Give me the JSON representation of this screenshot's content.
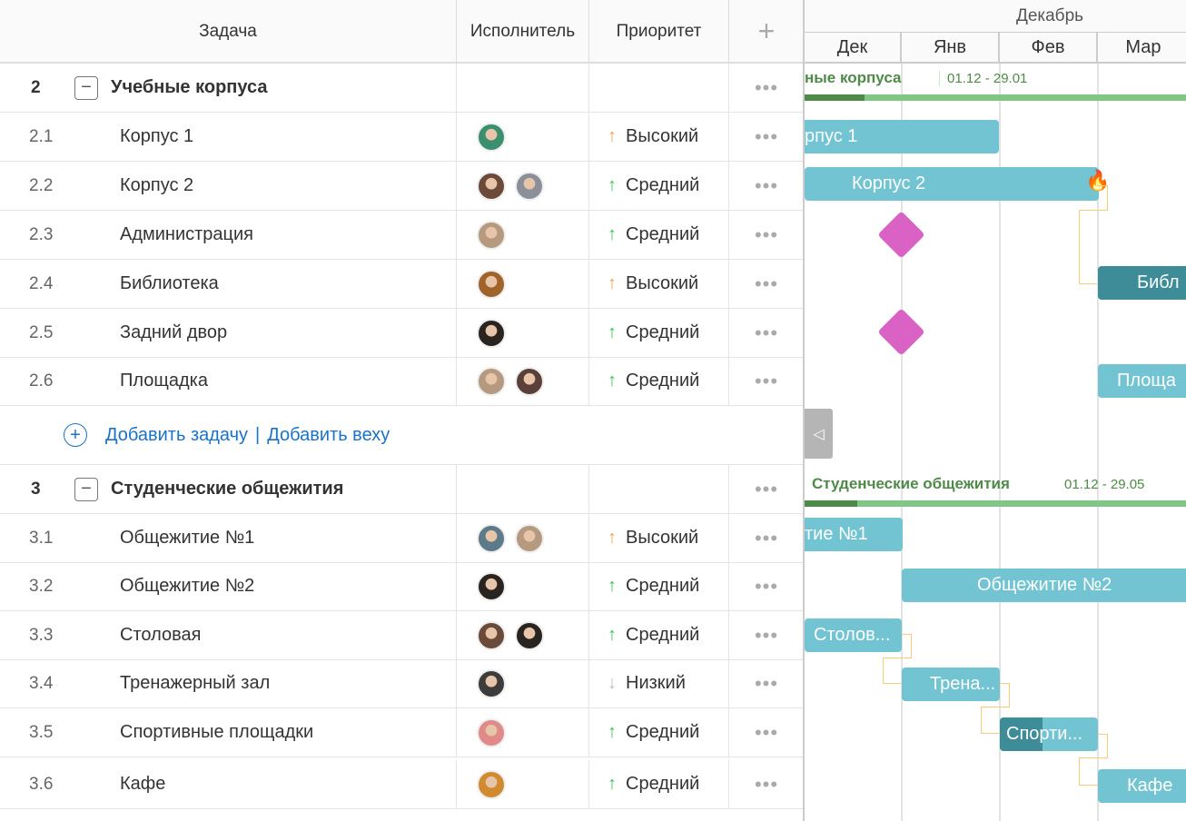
{
  "columns": {
    "task": "Задача",
    "assignee": "Исполнитель",
    "priority": "Приоритет",
    "add": "+"
  },
  "timeline": {
    "top": "Декабрь",
    "months": [
      "Дек",
      "Янв",
      "Фев",
      "Мар"
    ]
  },
  "groups": [
    {
      "num": "2",
      "name": "Учебные корпуса",
      "gantt_label": "ные корпуса",
      "dates": "01.12 - 29.01",
      "tasks": [
        {
          "num": "2.1",
          "name": "Корпус 1",
          "avatars": [
            "#3a8f6e"
          ],
          "priority": "Высокий",
          "level": "high",
          "bar": "рпус 1"
        },
        {
          "num": "2.2",
          "name": "Корпус 2",
          "avatars": [
            "#6b4a3a",
            "#8a8f99"
          ],
          "priority": "Средний",
          "level": "mid",
          "bar": "Корпус 2"
        },
        {
          "num": "2.3",
          "name": "Администрация",
          "avatars": [
            "#b59a80"
          ],
          "priority": "Средний",
          "level": "mid"
        },
        {
          "num": "2.4",
          "name": "Библиотека",
          "avatars": [
            "#a0632a"
          ],
          "priority": "Высокий",
          "level": "high",
          "bar": "Библ"
        },
        {
          "num": "2.5",
          "name": "Задний двор",
          "avatars": [
            "#2a2420"
          ],
          "priority": "Средний",
          "level": "mid"
        },
        {
          "num": "2.6",
          "name": "Площадка",
          "avatars": [
            "#b59a80",
            "#5a4038"
          ],
          "priority": "Средний",
          "level": "mid",
          "bar": "Площа"
        }
      ]
    },
    {
      "num": "3",
      "name": "Студенческие общежития",
      "gantt_label": "Студенческие общежития",
      "dates": "01.12 - 29.05",
      "tasks": [
        {
          "num": "3.1",
          "name": "Общежитие №1",
          "avatars": [
            "#5c7a8a",
            "#b59a80"
          ],
          "priority": "Высокий",
          "level": "high",
          "bar": "тие №1"
        },
        {
          "num": "3.2",
          "name": "Общежитие №2",
          "avatars": [
            "#2a2420"
          ],
          "priority": "Средний",
          "level": "mid",
          "bar": "Общежитие №2"
        },
        {
          "num": "3.3",
          "name": "Столовая",
          "avatars": [
            "#6b4a3a",
            "#2a2420"
          ],
          "priority": "Средний",
          "level": "mid",
          "bar": "Столов..."
        },
        {
          "num": "3.4",
          "name": "Тренажерный зал",
          "avatars": [
            "#3c3c3c"
          ],
          "priority": "Низкий",
          "level": "low",
          "bar": "Трена..."
        },
        {
          "num": "3.5",
          "name": "Спортивные площадки",
          "avatars": [
            "#e08a8a"
          ],
          "priority": "Средний",
          "level": "mid",
          "bar": "Спорти..."
        },
        {
          "num": "3.6",
          "name": "Кафе",
          "avatars": [
            "#d08a30"
          ],
          "priority": "Средний",
          "level": "mid",
          "bar": "Кафе"
        }
      ]
    }
  ],
  "add_row": {
    "add_task": "Добавить задачу",
    "separator": "|",
    "add_milestone": "Добавить веху"
  },
  "colors": {
    "high": "#f5a04a",
    "mid": "#3cc45c",
    "low": "#bbbbbb",
    "bar": "#72c4d2",
    "bar_dark": "#3e8c97",
    "milestone": "#d962c4",
    "group": "#4e8a48",
    "link": "#fbc97a"
  }
}
